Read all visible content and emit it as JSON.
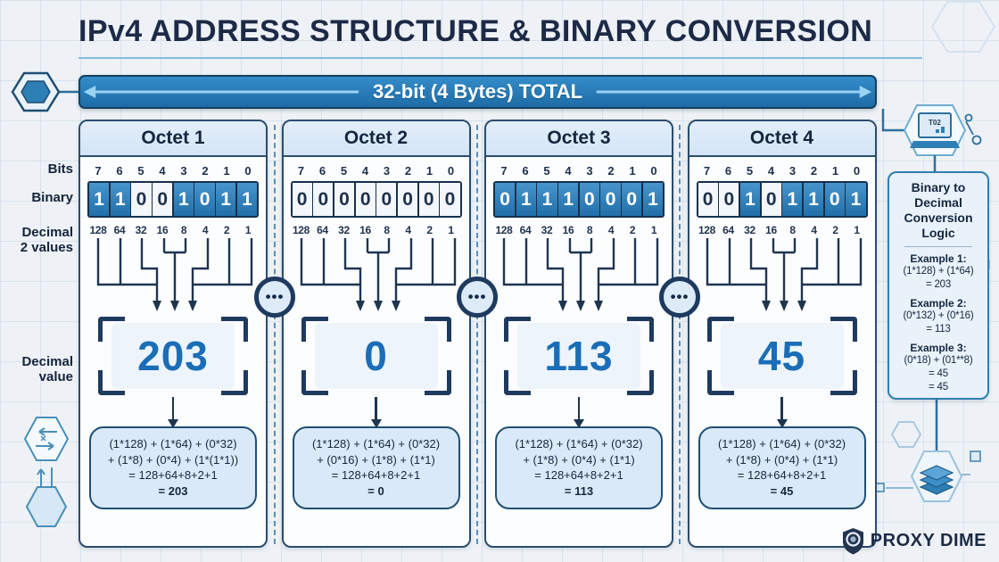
{
  "title": "IPv4 ADDRESS STRUCTURE & BINARY CONVERSION",
  "banner": {
    "label": "32-bit (4 Bytes) TOTAL"
  },
  "row_labels": {
    "bits": "Bits",
    "binary": "Binary",
    "decimal_place_l1": "Decimal",
    "decimal_place_l2": "2 values",
    "decimal_value_l1": "Decimal",
    "decimal_value_l2": "value"
  },
  "bit_positions": [
    "7",
    "6",
    "5",
    "4",
    "3",
    "2",
    "1",
    "0"
  ],
  "place_values": [
    "128",
    "64",
    "32",
    "16",
    "8",
    "4",
    "2",
    "1"
  ],
  "separator_dots": "•••",
  "octets": [
    {
      "name": "Octet 1",
      "bits": [
        {
          "v": "1",
          "on": true
        },
        {
          "v": "1",
          "on": true
        },
        {
          "v": "0",
          "on": false
        },
        {
          "v": "0",
          "on": false
        },
        {
          "v": "1",
          "on": true
        },
        {
          "v": "0",
          "on": true
        },
        {
          "v": "1",
          "on": true
        },
        {
          "v": "1",
          "on": true
        }
      ],
      "decimal": "203",
      "formula": [
        "(1*128) + (1*64) + (0*32)",
        "+ (1*8) + (0*4) + (1*(1*1))",
        "= 128+64+8+2+1",
        "= 203"
      ]
    },
    {
      "name": "Octet 2",
      "bits": [
        {
          "v": "0",
          "on": false
        },
        {
          "v": "0",
          "on": false
        },
        {
          "v": "0",
          "on": false
        },
        {
          "v": "0",
          "on": false
        },
        {
          "v": "0",
          "on": false
        },
        {
          "v": "0",
          "on": false
        },
        {
          "v": "0",
          "on": false
        },
        {
          "v": "0",
          "on": false
        }
      ],
      "decimal": "0",
      "formula": [
        "(1*128) + (1*64) + (0*32)",
        "+ (0*16) + (1*8) + (1*1)",
        "= 128+64+8+2+1",
        "= 0"
      ]
    },
    {
      "name": "Octet 3",
      "bits": [
        {
          "v": "0",
          "on": true
        },
        {
          "v": "1",
          "on": true
        },
        {
          "v": "1",
          "on": true
        },
        {
          "v": "1",
          "on": true
        },
        {
          "v": "0",
          "on": true
        },
        {
          "v": "0",
          "on": true
        },
        {
          "v": "0",
          "on": true
        },
        {
          "v": "1",
          "on": true
        }
      ],
      "decimal": "113",
      "formula": [
        "(1*128) + (1*64) + (0*32)",
        "+ (1*8) + (0*4) + (1*1)",
        "= 128+64+8+2+1",
        "= 113"
      ]
    },
    {
      "name": "Octet 4",
      "bits": [
        {
          "v": "0",
          "on": false
        },
        {
          "v": "0",
          "on": false
        },
        {
          "v": "1",
          "on": true
        },
        {
          "v": "0",
          "on": false
        },
        {
          "v": "1",
          "on": true
        },
        {
          "v": "1",
          "on": true
        },
        {
          "v": "0",
          "on": true
        },
        {
          "v": "1",
          "on": true
        }
      ],
      "decimal": "45",
      "formula": [
        "(1*128) + (1*64) + (0*32)",
        "+ (1*8) + (0*4) + (1*1)",
        "= 128+64+8+2+1",
        "= 45"
      ]
    }
  ],
  "sidebar": {
    "title": "Binary to Decimal Conversion Logic",
    "examples": [
      {
        "label": "Example 1:",
        "lines": [
          "(1*128) + (1*64)",
          "= 203"
        ]
      },
      {
        "label": "Example 2:",
        "lines": [
          "(0*132) + (0*16)",
          "= 113"
        ]
      },
      {
        "label": "Example 3:",
        "lines": [
          "(0*18) + (01**8)",
          "= 45",
          "= 45"
        ]
      }
    ]
  },
  "decor": {
    "laptop_label": "T02"
  },
  "logo": {
    "text": "PROXY DIME"
  },
  "colors": {
    "navy": "#1d2a47",
    "accent_blue": "#2b7fba",
    "cell_on": "#2e7eb8",
    "panel_light": "#dcebf7",
    "banner_arrow": "#9ad2f2"
  }
}
